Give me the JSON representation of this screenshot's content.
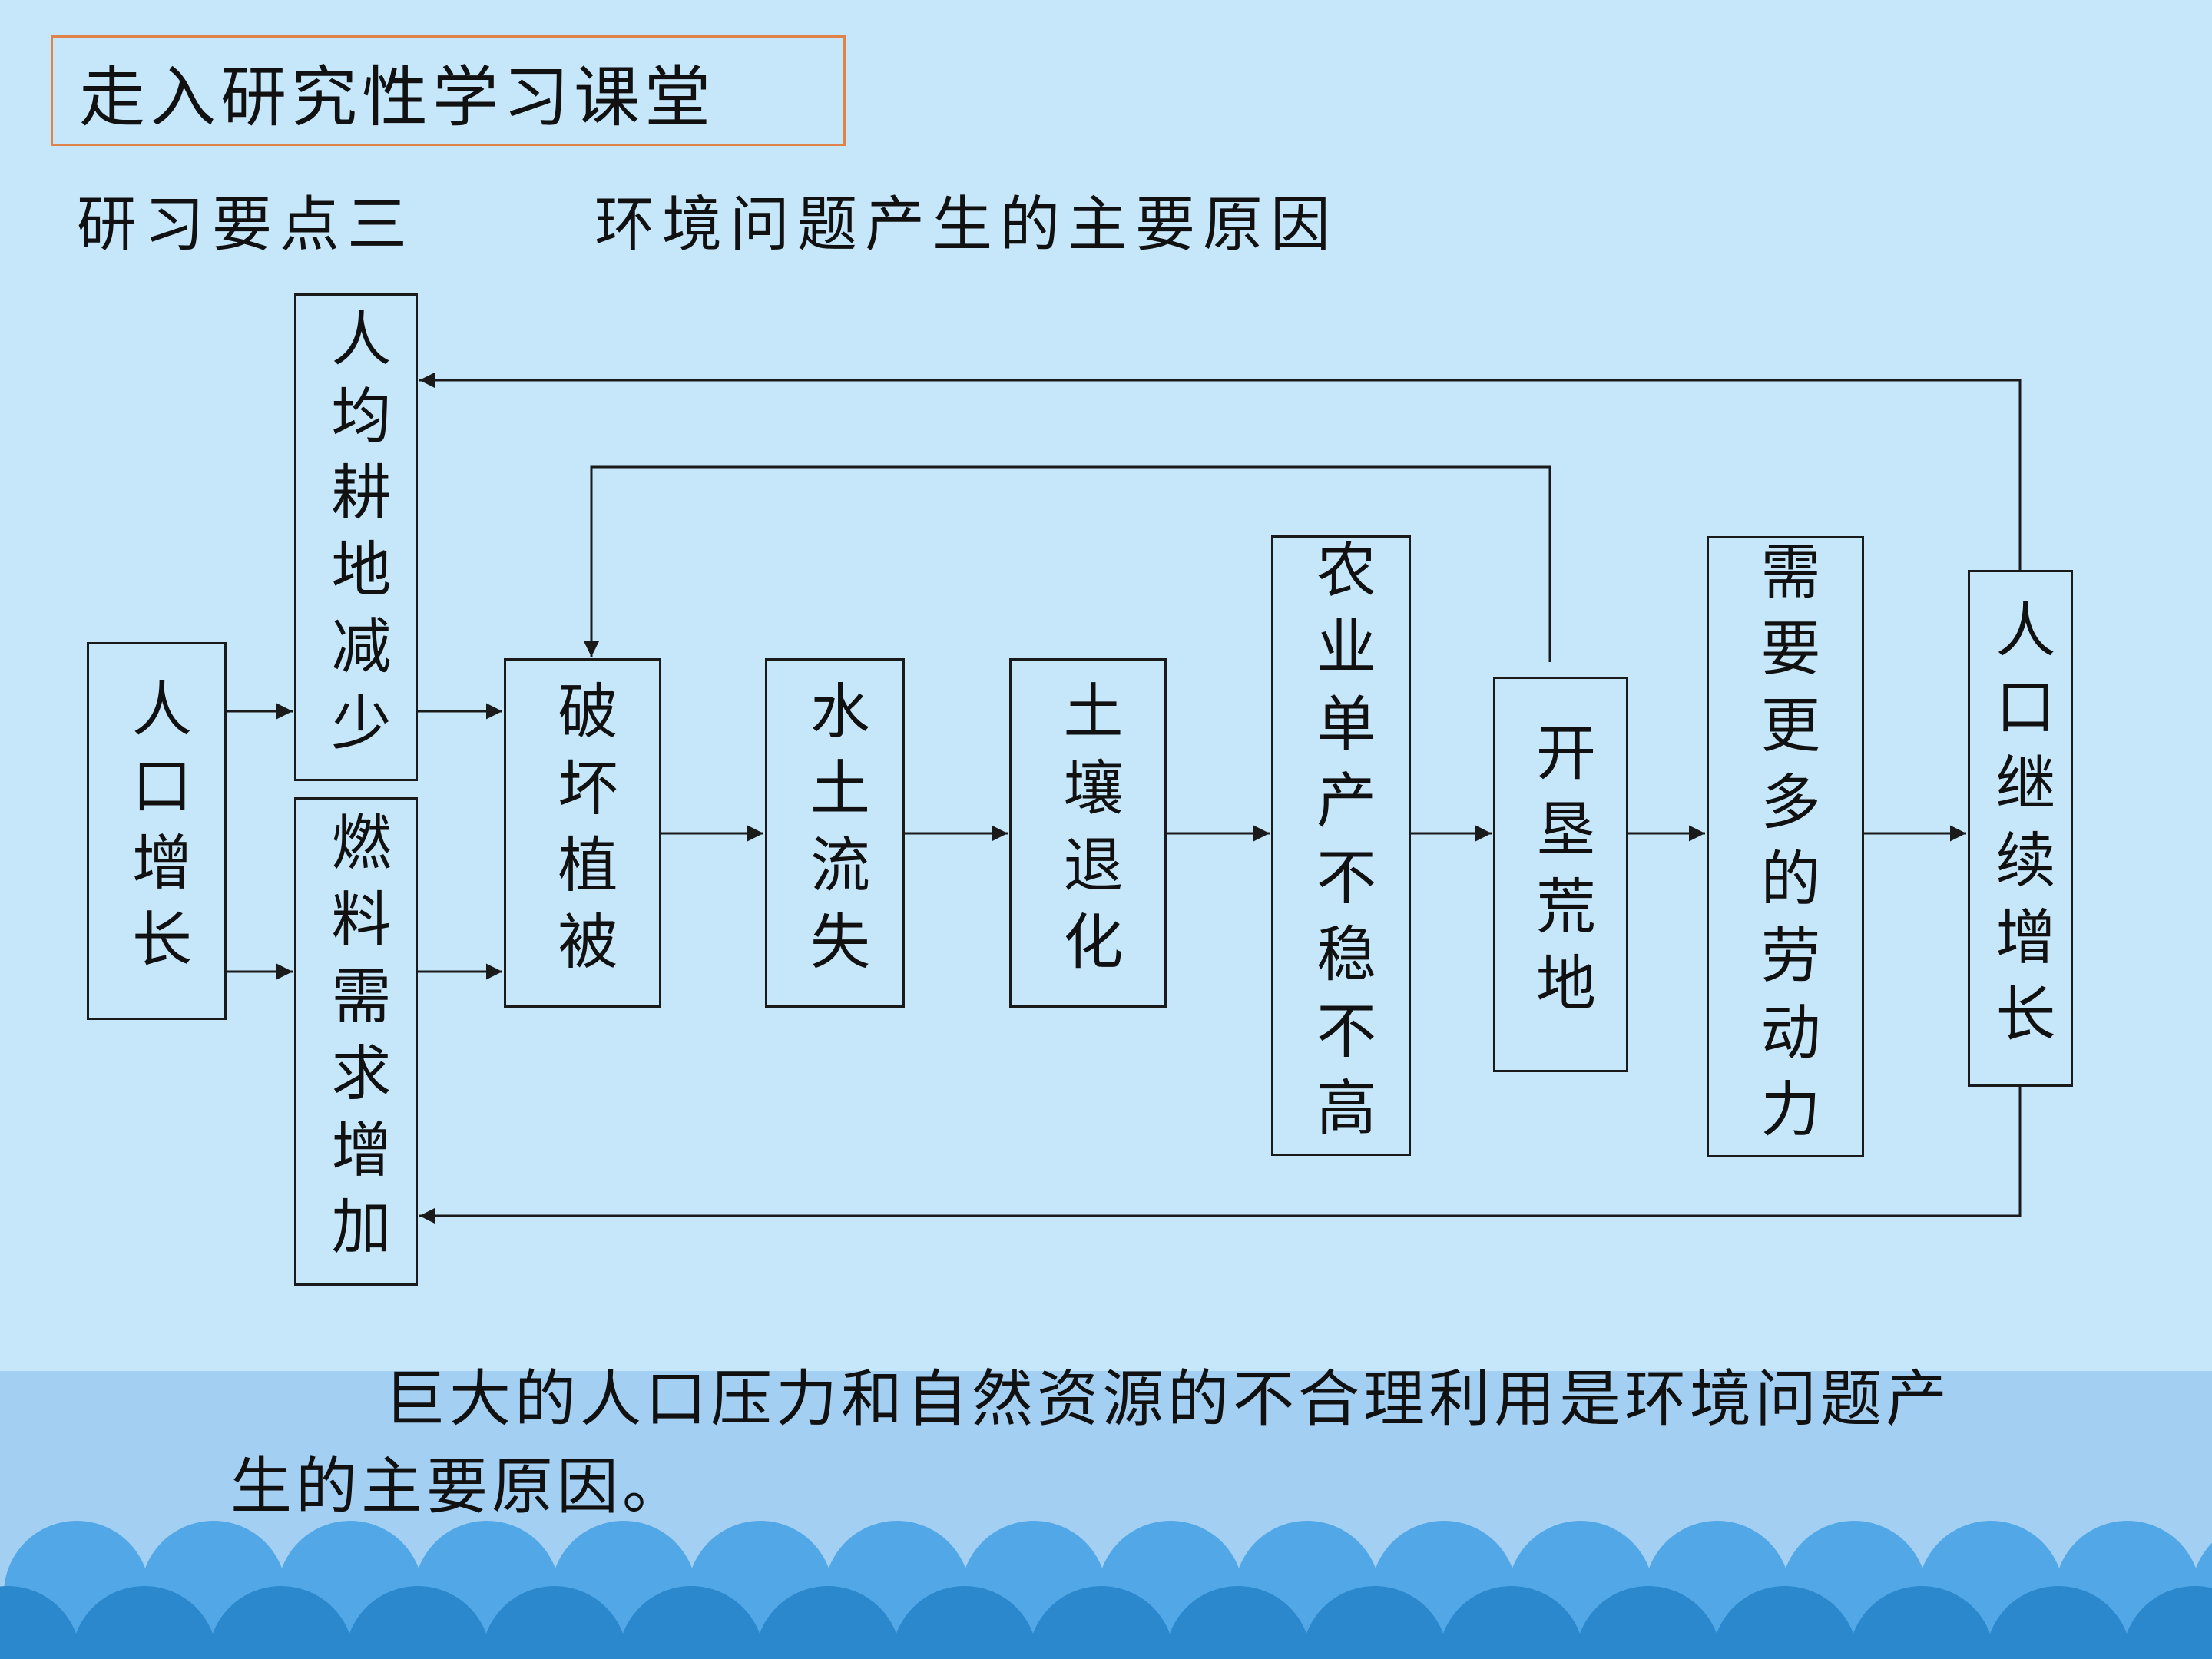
{
  "slide": {
    "header": "走入研究性学习课堂",
    "subtitle_left": "研习要点三",
    "subtitle_right": "环境问题产生的主要原因",
    "conclusion": "巨大的人口压力和自然资源的不合理利用是环境问题产生的主要原因。"
  },
  "flow": {
    "boxes": [
      {
        "id": "population-growth",
        "label": "人口增长"
      },
      {
        "id": "farmland-decrease",
        "label": "人均耕地减少"
      },
      {
        "id": "fuel-demand",
        "label": "燃料需求增加"
      },
      {
        "id": "vegetation-damage",
        "label": "破坏植被"
      },
      {
        "id": "soil-erosion",
        "label": "水土流失"
      },
      {
        "id": "soil-degradation",
        "label": "土壤退化"
      },
      {
        "id": "low-yield",
        "label": "农业单产不稳不高"
      },
      {
        "id": "land-reclamation",
        "label": "开垦荒地"
      },
      {
        "id": "labor-demand",
        "label": "需要更多的劳动力"
      },
      {
        "id": "continued-growth",
        "label": "人口继续增长"
      }
    ]
  },
  "colors": {
    "background": "#c6e6fa",
    "band": "#a3cff2",
    "wave_back": "#52a8e6",
    "wave_front": "#2b88cd",
    "line": "#1a1a1a",
    "header_border": "#e0834a"
  }
}
